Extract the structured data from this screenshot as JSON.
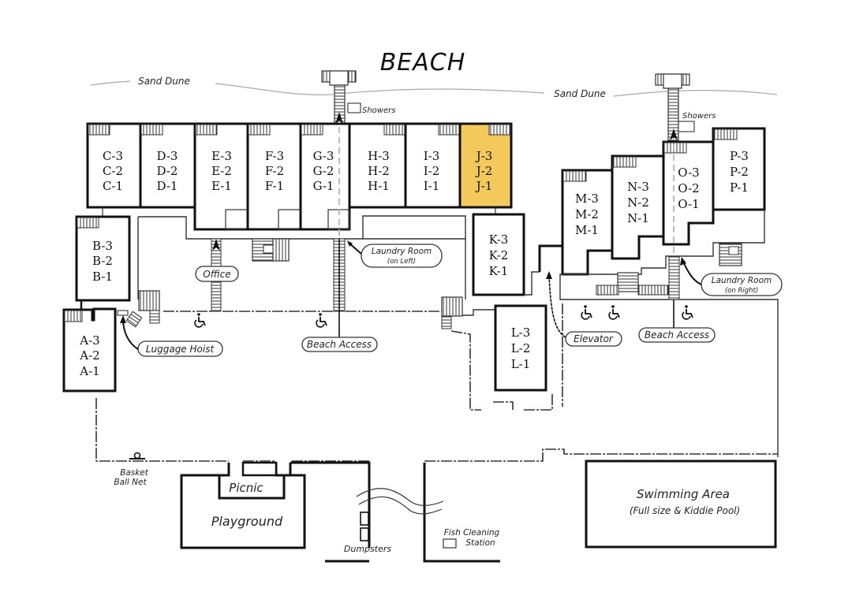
{
  "title": "BEACH",
  "colors": {
    "highlight": "#f3c95c",
    "line": "#111111",
    "background": "#ffffff"
  },
  "landmarks": {
    "sand_dune_left": "Sand Dune",
    "sand_dune_right": "Sand Dune",
    "showers_left": "Showers",
    "showers_right": "Showers"
  },
  "buildings": [
    {
      "id": "C",
      "units": [
        "C-3",
        "C-2",
        "C-1"
      ],
      "highlighted": false
    },
    {
      "id": "D",
      "units": [
        "D-3",
        "D-2",
        "D-1"
      ],
      "highlighted": false
    },
    {
      "id": "E",
      "units": [
        "E-3",
        "E-2",
        "E-1"
      ],
      "highlighted": false
    },
    {
      "id": "F",
      "units": [
        "F-3",
        "F-2",
        "F-1"
      ],
      "highlighted": false
    },
    {
      "id": "G",
      "units": [
        "G-3",
        "G-2",
        "G-1"
      ],
      "highlighted": false
    },
    {
      "id": "H",
      "units": [
        "H-3",
        "H-2",
        "H-1"
      ],
      "highlighted": false
    },
    {
      "id": "I",
      "units": [
        "I-3",
        "I-2",
        "I-1"
      ],
      "highlighted": false
    },
    {
      "id": "J",
      "units": [
        "J-3",
        "J-2",
        "J-1"
      ],
      "highlighted": true
    },
    {
      "id": "B",
      "units": [
        "B-3",
        "B-2",
        "B-1"
      ],
      "highlighted": false
    },
    {
      "id": "A",
      "units": [
        "A-3",
        "A-2",
        "A-1"
      ],
      "highlighted": false
    },
    {
      "id": "K",
      "units": [
        "K-3",
        "K-2",
        "K-1"
      ],
      "highlighted": false
    },
    {
      "id": "L",
      "units": [
        "L-3",
        "L-2",
        "L-1"
      ],
      "highlighted": false
    },
    {
      "id": "M",
      "units": [
        "M-3",
        "M-2",
        "M-1"
      ],
      "highlighted": false
    },
    {
      "id": "N",
      "units": [
        "N-3",
        "N-2",
        "N-1"
      ],
      "highlighted": false
    },
    {
      "id": "O",
      "units": [
        "O-3",
        "O-2",
        "O-1"
      ],
      "highlighted": false
    },
    {
      "id": "P",
      "units": [
        "P-3",
        "P-2",
        "P-1"
      ],
      "highlighted": false
    }
  ],
  "callouts": {
    "office": "Office",
    "laundry_left": {
      "line1": "Laundry Room",
      "line2": "(on Left)"
    },
    "laundry_right": {
      "line1": "Laundry Room",
      "line2": "(on Right)"
    },
    "luggage_hoist": "Luggage Hoist",
    "beach_access_left": "Beach Access",
    "beach_access_right": "Beach Access",
    "elevator": "Elevator"
  },
  "amenities": {
    "basketball": {
      "line1": "Basket",
      "line2": "Ball Net"
    },
    "picnic": "Picnic",
    "playground": "Playground",
    "dumpsters": "Dumpsters",
    "fish_cleaning": {
      "line1": "Fish Cleaning",
      "line2": "Station"
    },
    "swimming": {
      "line1": "Swimming Area",
      "line2": "(Full size & Kiddie Pool)"
    }
  },
  "accessibility_icon": "wheelchair-icon"
}
